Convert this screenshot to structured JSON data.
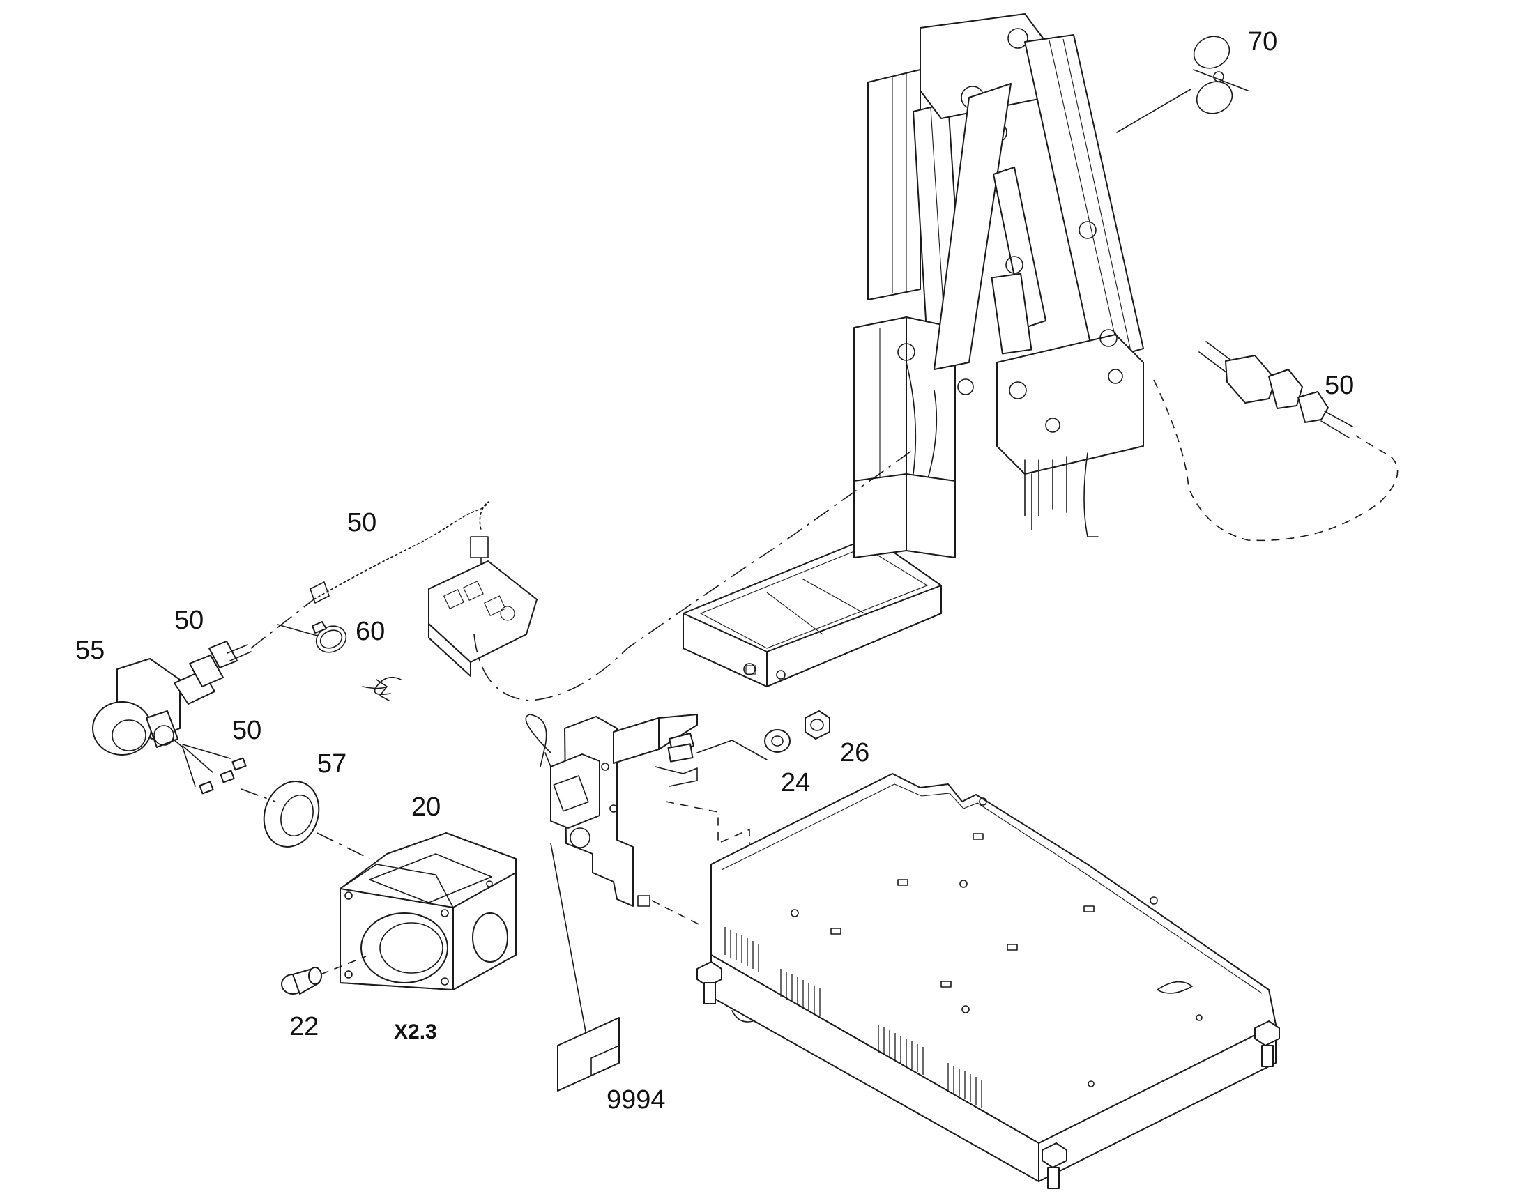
{
  "callouts": {
    "c70": "70",
    "c50_right": "50",
    "c50_hose": "50",
    "c50_gland": "50",
    "c55": "55",
    "c60": "60",
    "c50_pins": "50",
    "c57": "57",
    "c20": "20",
    "c22": "22",
    "c24": "24",
    "c26": "26",
    "c9994": "9994"
  },
  "connector_label": "X2.3"
}
